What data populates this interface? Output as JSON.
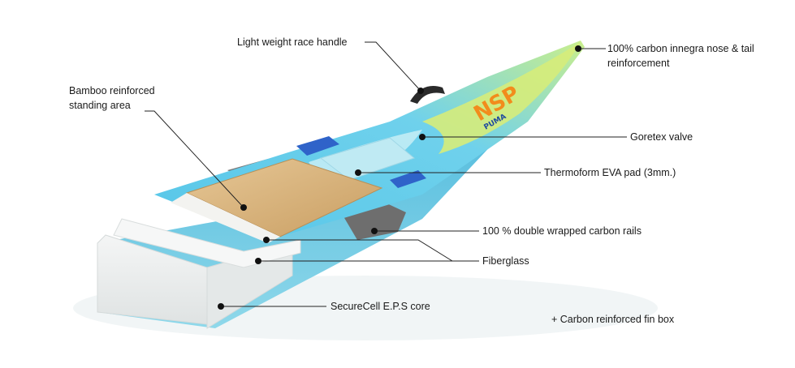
{
  "labels": {
    "handle": "Light weight race handle",
    "nose": "100% carbon innegra nose & tail\nreinforcement",
    "bamboo": "Bamboo reinforced\nstanding area",
    "goretex": "Goretex valve",
    "eva": "Thermoform EVA pad  (3mm.)",
    "rails": "100 %  double wrapped carbon rails",
    "fiberglass": "Fiberglass",
    "core": "SecureCell E.P.S core",
    "finbox": "+ Carbon reinforced fin box"
  },
  "board": {
    "brand_text": "NSP",
    "model_text": "PUMA",
    "colors": {
      "deck_blue": "#4cc3e6",
      "deck_light": "#9fe0ee",
      "lime": "#d6ec7a",
      "bamboo": "#d8b47c",
      "core": "#eceeee",
      "carbon": "#6e6e6e",
      "eva_blue": "#2f63c9",
      "brand_orange": "#f28c1c"
    }
  }
}
